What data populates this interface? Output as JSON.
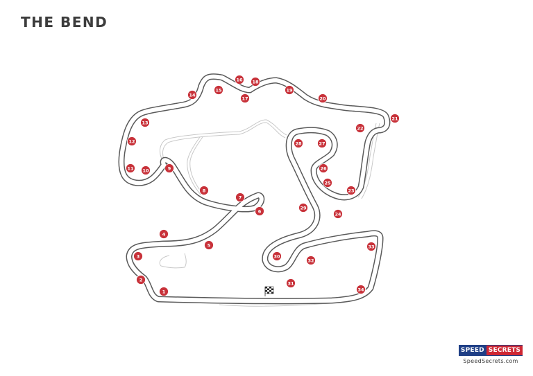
{
  "title": "THE BEND",
  "track": {
    "colors": {
      "track_edge": "#5a5a5a",
      "track_surface": "#ffffff",
      "alt_edge": "#c8c8c8",
      "marker": "#c8323a",
      "marker_text": "#ffffff"
    },
    "finish_marker_icon": "checkered-flag-icon",
    "turns": [
      "1",
      "2",
      "3",
      "4",
      "5",
      "6",
      "7",
      "8",
      "9",
      "10",
      "11",
      "12",
      "13",
      "14",
      "15",
      "16",
      "17",
      "18",
      "19",
      "20",
      "21",
      "22",
      "23",
      "24",
      "25",
      "26",
      "27",
      "28",
      "29",
      "30",
      "31",
      "32",
      "33",
      "34"
    ]
  },
  "logo": {
    "word_a": "SPEED",
    "word_b": "SECRETS",
    "url": "SpeedSecrets.com",
    "colors": {
      "blue": "#1f3f86",
      "red": "#cf2733"
    }
  }
}
